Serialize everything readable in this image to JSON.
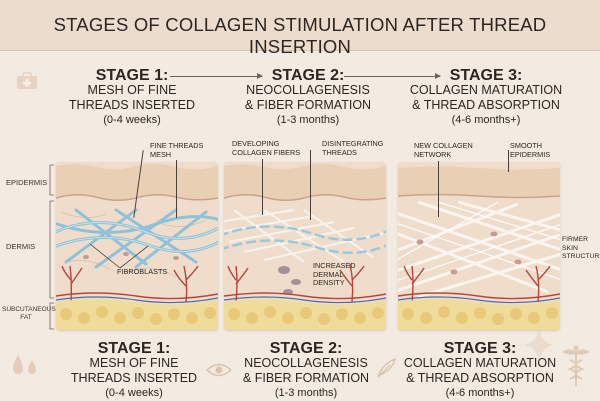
{
  "title": "STAGES OF COLLAGEN STIMULATION AFTER THREAD INSERTION",
  "stages": [
    {
      "name": "STAGE 1:",
      "line1": "MESH OF FINE",
      "line2": "THREADS INSERTED",
      "time": "(0-4 weeks)"
    },
    {
      "name": "STAGE 2:",
      "line1": "NEOCOLLAGENESIS",
      "line2": "& FIBER FORMATION",
      "time": "(1-3 months)"
    },
    {
      "name": "STAGE 3:",
      "line1": "COLLAGEN MATURATION",
      "line2": "& THREAD ABSORPTION",
      "time": "(4-6 months+)"
    }
  ],
  "layers": {
    "epidermis": "EPIDERMIS",
    "dermis": "DERMIS",
    "subcutaneous_line1": "SUBCUTANEOUS",
    "subcutaneous_line2": "FAT"
  },
  "annotations": {
    "fine_threads_line1": "FINE THREADS",
    "fine_threads_line2": "MESH",
    "fibroblasts": "FIBROBLASTS",
    "developing_line1": "DEVELOPING",
    "developing_line2": "COLLAGEN FIBERS",
    "disintegrating_line1": "DISINTEGRATING",
    "disintegrating_line2": "THREADS",
    "increased_line1": "INCREASED",
    "increased_line2": "DERMAL",
    "increased_line3": "DENSITY",
    "new_collagen_line1": "NEW COLLAGEN",
    "new_collagen_line2": "NETWORK",
    "smooth_line1": "SMOOTH",
    "smooth_line2": "EPIDERMIS",
    "firmer_line1": "FIRMER",
    "firmer_line2": "SKIN",
    "firmer_line3": "STRUCTURE"
  },
  "colors": {
    "epidermis": "#e9cfb4",
    "dermis": "#efdccb",
    "fat": "#f0dc9a",
    "threads": "#8fc2d8",
    "vessel_red": "#b8443c",
    "vessel_blue": "#4a6fa8"
  },
  "icons": [
    "first-aid-kit-icon",
    "skin-drop-icon",
    "caduceus-icon",
    "eye-icon",
    "feather-icon",
    "sparkle-icon"
  ]
}
